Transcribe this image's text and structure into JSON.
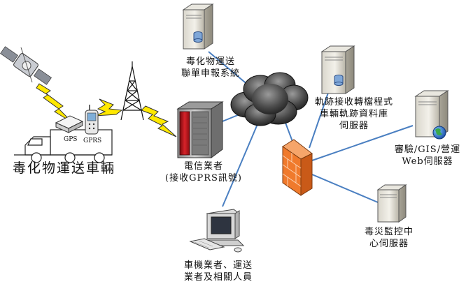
{
  "nodes": {
    "vehicle": {
      "label": "毒化物運送車輛",
      "gps_tag": "GPS",
      "gprs_tag": "GPRS"
    },
    "telecom": {
      "line1": "電信業者",
      "line2": "(接收GPRS訊號)"
    },
    "manifest_server": {
      "line1": "毒化物運送",
      "line2": "聯單申報系統"
    },
    "track_server": {
      "line1": "軌跡接收轉檔程式",
      "line2": "車輛軌跡資料庫",
      "line3": "伺服器"
    },
    "web_server": {
      "line1": "審驗/GIS/營運",
      "line2": "Web伺服器"
    },
    "monitor_server": {
      "line1": "毒災監控中",
      "line2": "心伺服器"
    },
    "operators": {
      "line1": "車機業者、運送",
      "line2": "業者及相關人員"
    }
  },
  "colors": {
    "link": "#4a7fc1",
    "lightning": "#ffe800",
    "firewall": "#f07a2c",
    "telecom_red": "#c0151b"
  }
}
